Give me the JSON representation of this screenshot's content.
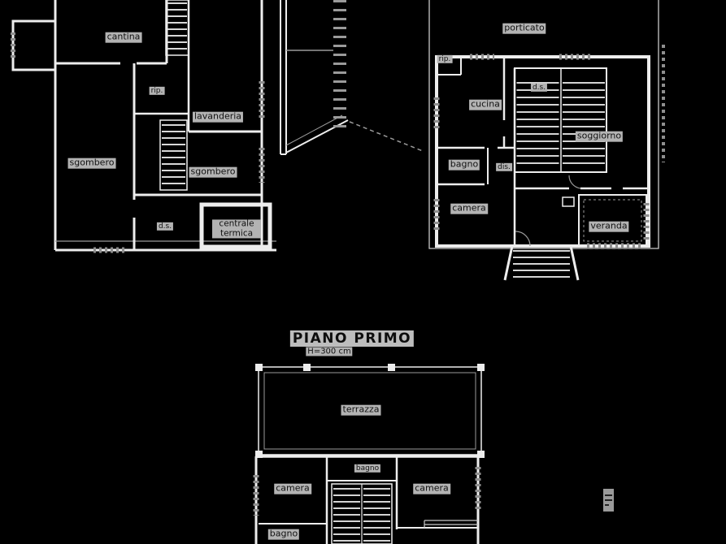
{
  "colors": {
    "background": "#000000",
    "walls": "#ededed",
    "hatch_gray": "#8f8f8f",
    "label_bg": "#b3b3b3",
    "label_text": "#111111"
  },
  "plan_c_header": {
    "title": "PIANO PRIMO",
    "height_note": "H=300 cm"
  },
  "plan_a": {
    "rooms": {
      "cantina": "cantina",
      "rip": "rip.",
      "lavanderia": "lavanderia",
      "sgombero_left": "sgombero",
      "sgombero_center": "sgombero",
      "ds": "d.s.",
      "centrale_termica": "centrale termica"
    }
  },
  "plan_b": {
    "rooms": {
      "porticato": "porticato",
      "rip": "rip.",
      "ds": "d.s.",
      "cucina": "cucina",
      "soggiorno": "soggiorno",
      "bagno": "bagno",
      "dis": "dis.",
      "camera": "camera",
      "veranda": "veranda"
    }
  },
  "plan_c": {
    "rooms": {
      "terrazza": "terrazza",
      "bagno_top": "bagno",
      "camera_left": "camera",
      "camera_right": "camera",
      "bagno_bottom": "bagno"
    }
  }
}
